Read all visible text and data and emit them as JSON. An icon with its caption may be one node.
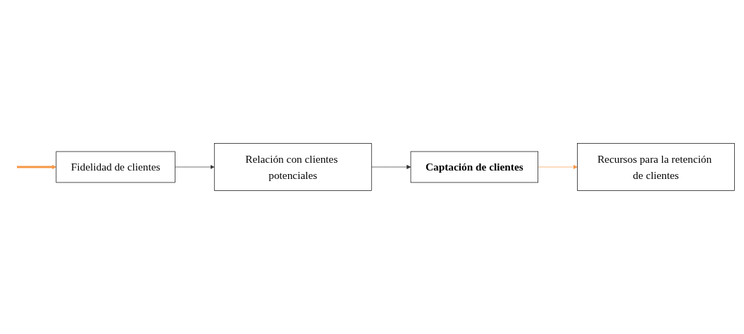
{
  "diagram": {
    "nodes": [
      {
        "text": [
          "Captación de clientes"
        ]
      },
      {
        "text": [
          "Relación con clientes potenciales"
        ]
      },
      {
        "text": [
          "Fidelidad de clientes"
        ]
      },
      {
        "text": [
          "Recursos para la retención de clientes"
        ]
      }
    ],
    "edges": [
      {
        "from": 1,
        "to": 0,
        "arrow": "to"
      },
      {
        "from": 2,
        "to": 1,
        "arrow": "to"
      },
      {
        "from": 0,
        "to": 3,
        "arrow": "to",
        "color": "#f79646"
      },
      {
        "from": null,
        "to": 2,
        "arrow": "to",
        "style": "thick",
        "color": "#f79646"
      }
    ]
  }
}
